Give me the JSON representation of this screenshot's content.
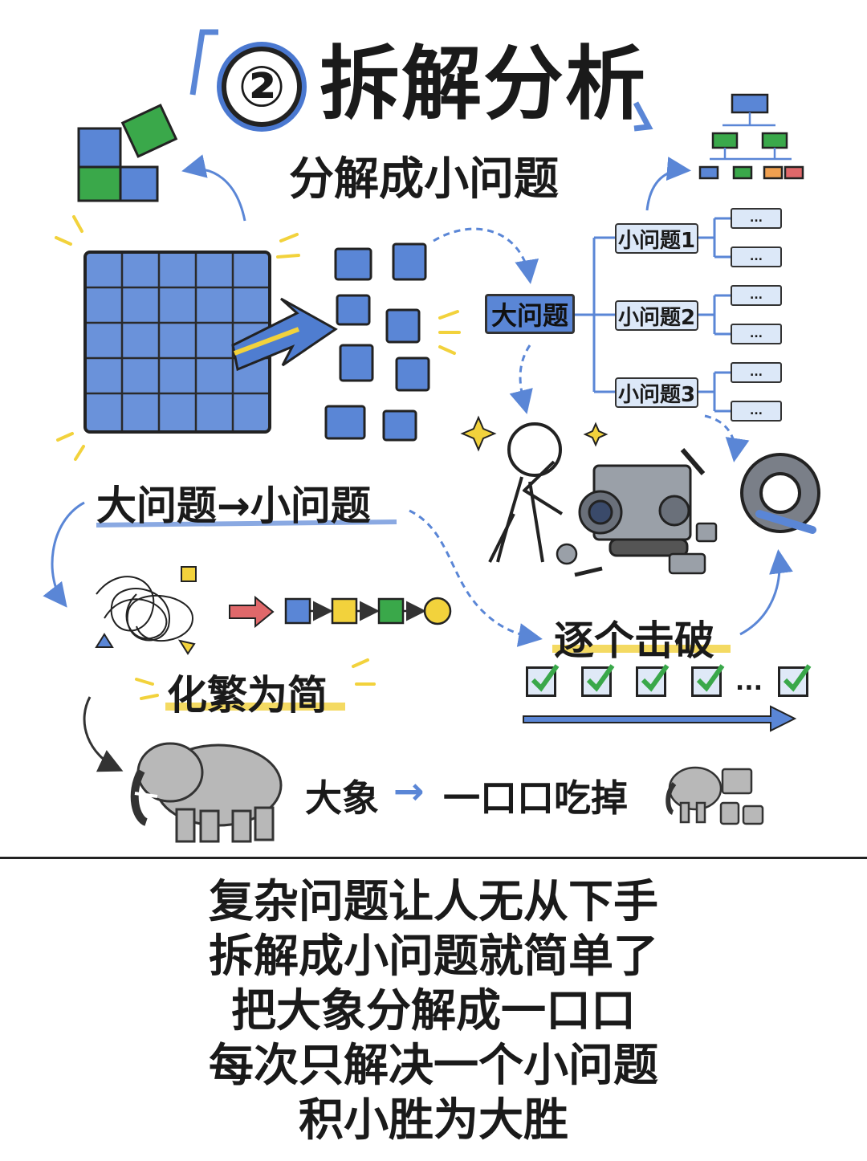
{
  "header": {
    "number": "②",
    "title": "拆解分析",
    "subtitle": "分解成小问题"
  },
  "tree": {
    "root": "大问题",
    "branches": [
      "小问题1",
      "小问题2",
      "小问题3"
    ],
    "leaf_text": "..."
  },
  "labels": {
    "big_to_small": "大问题→小问题",
    "simplify": "化繁为简",
    "conquer": "逐个击破",
    "elephant_left": "大象",
    "elephant_arrow": "→",
    "elephant_right": "一口口吃掉",
    "checks_ellipsis": "..."
  },
  "colors": {
    "blue": "#5a86d6",
    "green": "#3aa84a",
    "yellow": "#f2d23c",
    "red": "#e0686a"
  },
  "summary": {
    "lines": [
      "复杂问题让人无从下手",
      "拆解成小问题就简单了",
      "把大象分解成一口口",
      "每次只解决一个小问题",
      "积小胜为大胜"
    ]
  }
}
